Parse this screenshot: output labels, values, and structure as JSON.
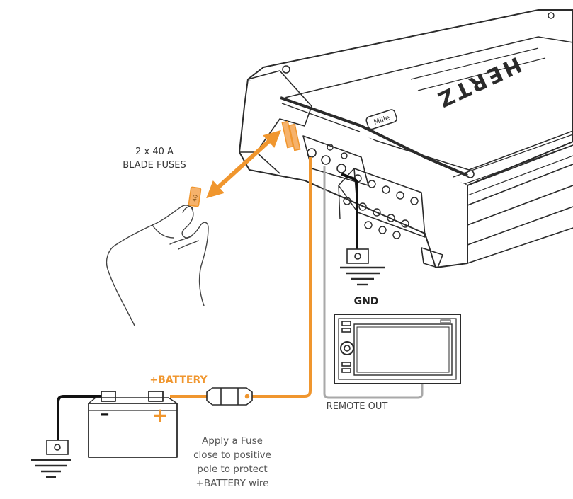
{
  "labels": {
    "fuses_line1": "2 x 40 A",
    "fuses_line2": "BLADE FUSES",
    "gnd": "GND",
    "remote_out": "REMOTE OUT",
    "battery_label": "+BATTERY",
    "battery_minus": "–",
    "battery_plus": "+",
    "fuse_note_line1": "Apply a Fuse",
    "fuse_note_line2": "close to positive",
    "fuse_note_line3": "pole to protect",
    "fuse_note_line4": "+BATTERY wire",
    "brand": "HERTZ",
    "series_badge": "Mille",
    "fuse_value": "40"
  },
  "colors": {
    "accent_orange": "#f0962e",
    "wire_black": "#111111",
    "wire_gray": "#a9a9a9",
    "line_dark": "#2b2b2b",
    "text_dark": "#222222",
    "text_gray": "#555555"
  }
}
